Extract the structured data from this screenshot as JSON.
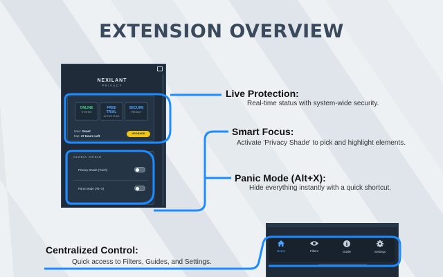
{
  "heading": "EXTENSION OVERVIEW",
  "brand": {
    "name": "NEXILANT",
    "sub": "PRIVACY"
  },
  "status": [
    {
      "value": "ONLINE",
      "label": "SYSTEM",
      "color": "#3ddc84"
    },
    {
      "value": "FREE TRIAL",
      "label": "ACTIVE PLAN",
      "color": "#4ca3ff"
    },
    {
      "value": "SECURE",
      "label": "PRIVACY",
      "color": "#4ca3ff"
    }
  ],
  "user": {
    "user_label": "User:",
    "user_value": "Guest",
    "exp_label": "Exp:",
    "exp_value": "47 Hours Left",
    "upgrade_label": "UPGRADE"
  },
  "shield": {
    "title": "GLOBAL SHIELD",
    "toggles": [
      {
        "label": "Privacy Shade (Torch)",
        "on": false
      },
      {
        "label": "Panic Mode (Alt+X)",
        "on": false
      }
    ]
  },
  "callouts": {
    "live": {
      "title": "Live Protection:",
      "desc": "Real-time status with system-wide security."
    },
    "focus": {
      "title": "Smart Focus:",
      "desc": "Activate 'Privacy Shade' to pick and highlight elements."
    },
    "panic": {
      "title": "Panic Mode (Alt+X):",
      "desc": "Hide everything instantly with a quick shortcut."
    },
    "control": {
      "title": "Centralized Control:",
      "desc": "Quick access to Filters, Guides, and Settings."
    }
  },
  "nav": [
    {
      "label": "Home",
      "icon": "home-icon",
      "active": true
    },
    {
      "label": "Filters",
      "icon": "eye-icon",
      "active": false
    },
    {
      "label": "Guide",
      "icon": "info-icon",
      "active": false
    },
    {
      "label": "Settings",
      "icon": "gear-icon",
      "active": false
    }
  ],
  "colors": {
    "accent": "#1e8bff",
    "panel": "#1f2b38",
    "title": "#3a4a5c",
    "upgrade": "#f0c419"
  }
}
